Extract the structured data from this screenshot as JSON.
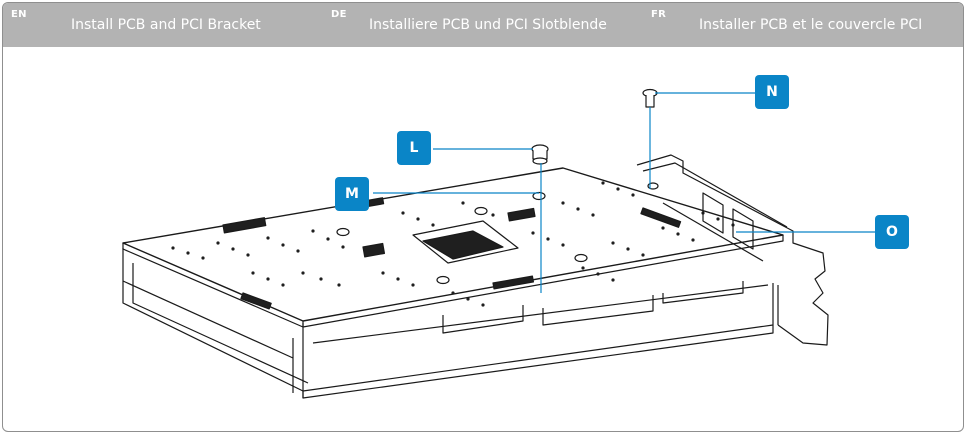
{
  "header": {
    "sections": [
      {
        "lang": "EN",
        "title": "Install PCB and PCI Bracket"
      },
      {
        "lang": "DE",
        "title": "Installiere PCB und PCI Slotblende"
      },
      {
        "lang": "FR",
        "title": "Installer PCB et le couvercle PCI"
      }
    ]
  },
  "callouts": {
    "L": "L",
    "M": "M",
    "N": "N",
    "O": "O"
  },
  "colors": {
    "header_bg": "#b3b3b3",
    "callout": "#0a85c7",
    "line_art": "#1a1a1a"
  }
}
